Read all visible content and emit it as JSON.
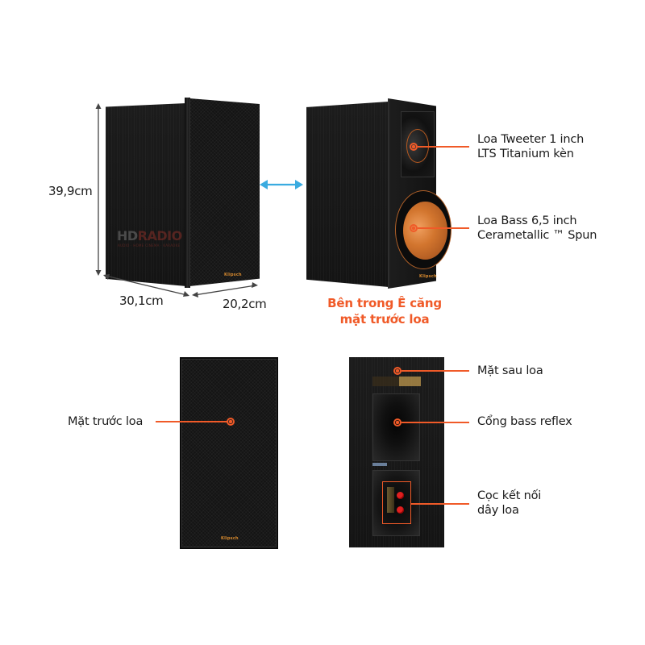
{
  "dimensions": {
    "height": "39,9cm",
    "depth": "30,1cm",
    "width": "20,2cm"
  },
  "watermark": {
    "logo_hd": "HD",
    "logo_radio": "RADIO",
    "tagline": "AUDIO · HOME CINEMA · KARAOKE"
  },
  "brand": {
    "name": "Klipsch"
  },
  "front_view_caption": {
    "line1": "Bên trong Ê căng",
    "line2": "mặt trước loa"
  },
  "callouts": {
    "tweeter": {
      "line1": "Loa Tweeter 1 inch",
      "line2": "LTS Titanium kèn"
    },
    "woofer": {
      "line1": "Loa Bass 6,5 inch",
      "line2": "Cerametallic ™ Spun"
    },
    "front_grille": {
      "line1": "Mặt trước loa"
    },
    "rear_panel": {
      "line1": "Mặt sau loa"
    },
    "bass_port": {
      "line1": "Cổng bass reflex"
    },
    "terminals": {
      "line1": "Cọc kết nối",
      "line2": "dây loa"
    }
  },
  "colors": {
    "accent": "#f05a28",
    "arrow": "#3aabe0",
    "cabinet": "#161616",
    "copper": "#d2752e"
  }
}
